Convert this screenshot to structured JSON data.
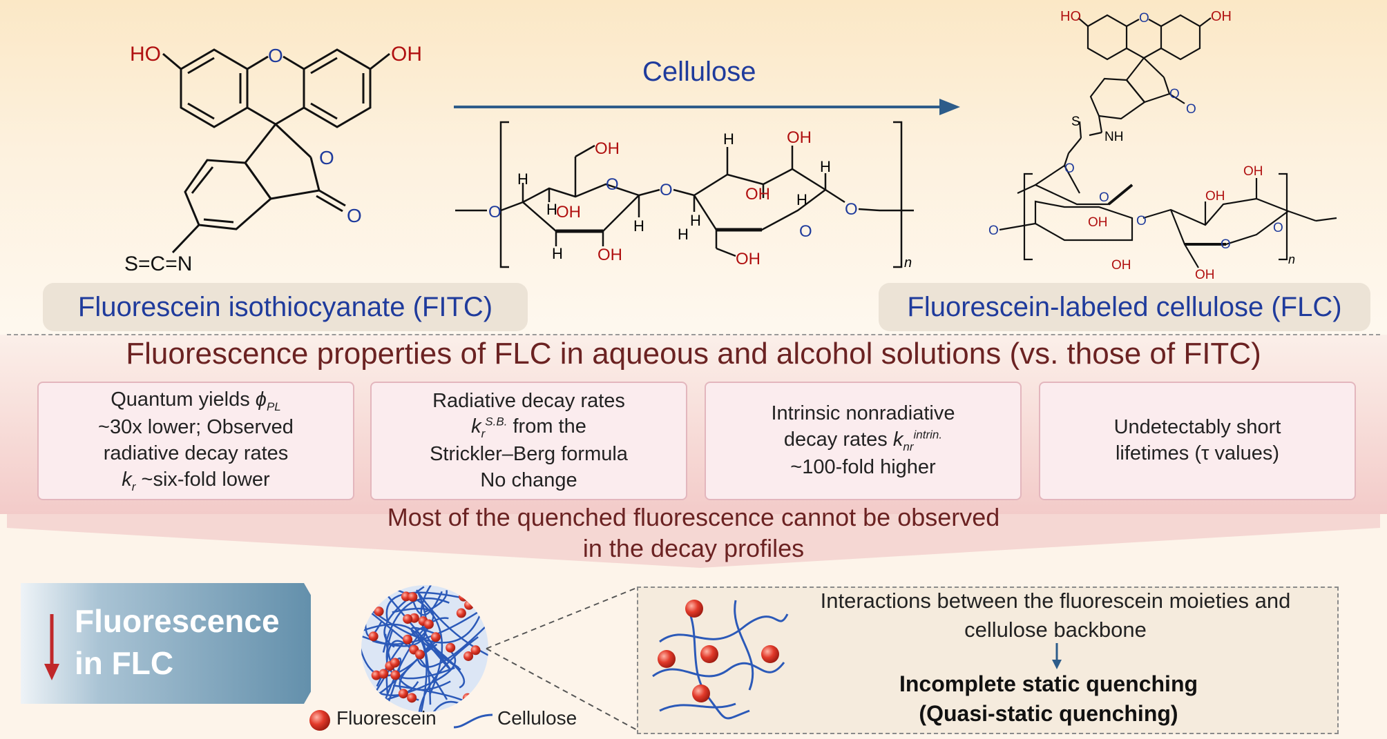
{
  "reaction": {
    "arrow_label": "Cellulose"
  },
  "labels": {
    "fitc": "Fluorescein isothiocyanate (FITC)",
    "flc": "Fluorescein-labeled cellulose (FLC)"
  },
  "atoms": {
    "ho": "HO",
    "oh": "OH",
    "o": "O",
    "h": "H",
    "scn": "S=C=N",
    "s": "S",
    "nh": "NH",
    "n": "n"
  },
  "section": {
    "title": "Fluorescence properties of FLC in aqueous and alcohol solutions (vs. those of FITC)"
  },
  "cards": [
    {
      "line1": "Quantum yields ",
      "sym1": "ϕ",
      "sub1": "PL",
      "line2": "~30x lower; Observed",
      "line3": "radiative decay rates",
      "sym2": "k",
      "sub2": "r",
      "line4": " ~six-fold lower"
    },
    {
      "line1": "Radiative decay rates",
      "sym": "k",
      "sub": "r",
      "sup": "S.B.",
      "line2": " from the",
      "line3": "Strickler–Berg formula",
      "line4": "No change"
    },
    {
      "line1": "Intrinsic nonradiative",
      "line2": "decay rates ",
      "sym": "k",
      "sub": "nr",
      "sup": "intrin.",
      "line3": "~100-fold higher"
    },
    {
      "line1": "Undetectably short",
      "line2": "lifetimes (τ values)"
    }
  ],
  "conclusion": {
    "line1": "Most of the quenched fluorescence cannot be observed",
    "line2": "in the decay profiles"
  },
  "summary": {
    "line1": "Fluorescence",
    "line2": "in FLC"
  },
  "detail": {
    "line1": "Interactions between the fluorescein moieties and",
    "line2": "cellulose backbone",
    "bold1": "Incomplete static quenching",
    "bold2": "(Quasi-static quenching)"
  },
  "legend": {
    "fluorescein": "Fluorescein",
    "cellulose": "Cellulose"
  },
  "colors": {
    "arrow": "#2d5c8a",
    "title_red": "#6b2222",
    "label_blue": "#1f3b9c",
    "ho_red": "#b01010",
    "sphere": "#e23a2a",
    "fiber": "#2b59b8"
  }
}
